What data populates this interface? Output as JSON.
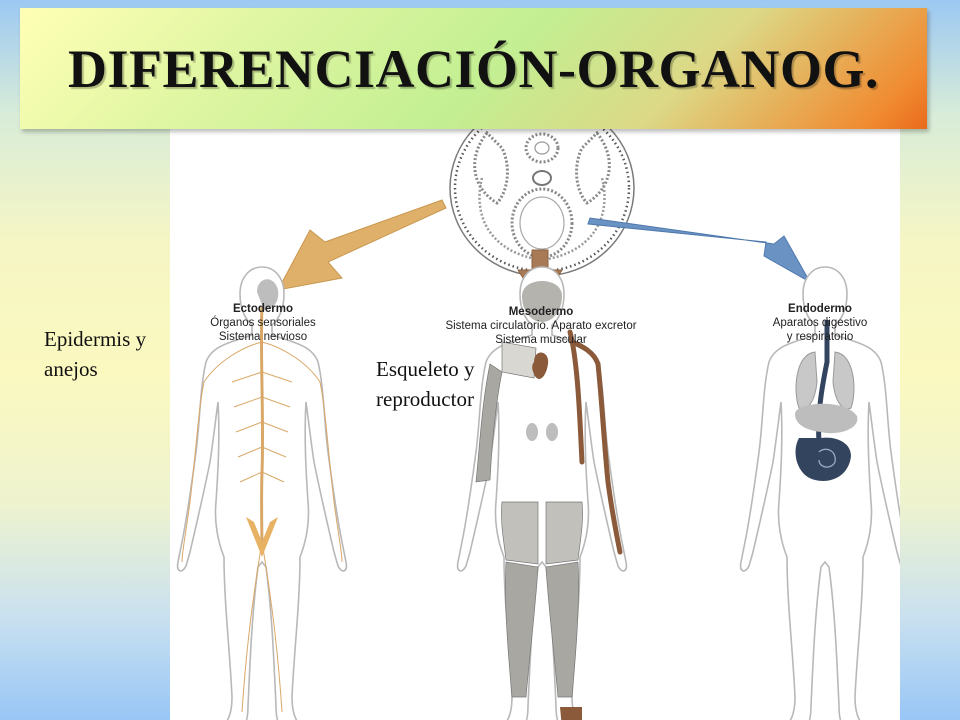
{
  "slide": {
    "title": "DIFERENCIACIÓN-ORGANOG."
  },
  "germ_layers": [
    {
      "name": "Ectodermo",
      "description_lines": [
        "Órganos sensoriales",
        "Sistema nervioso"
      ],
      "arrow_color": "#dfb06a"
    },
    {
      "name": "Mesodermo",
      "description_lines": [
        "Sistema circulatorio. Aparato excretor",
        "Sistema muscular"
      ],
      "arrow_color": "#a87b56"
    },
    {
      "name": "Endodermo",
      "description_lines": [
        "Aparatos digestivo",
        "y respiratorio"
      ],
      "arrow_color": "#6a93c4"
    }
  ],
  "annotations": {
    "ectoderm_note": [
      "Epidermis y",
      "anejos"
    ],
    "mesoderm_note": [
      "Esqueleto y",
      "reproductor"
    ]
  },
  "colors": {
    "nervous_system": "#d9a868",
    "heart_and_skeleton": "#8a5a3a",
    "muscle": "#9e9c98",
    "digestive_tract": "#33455e",
    "organs_gray": "#bdbdbd"
  }
}
